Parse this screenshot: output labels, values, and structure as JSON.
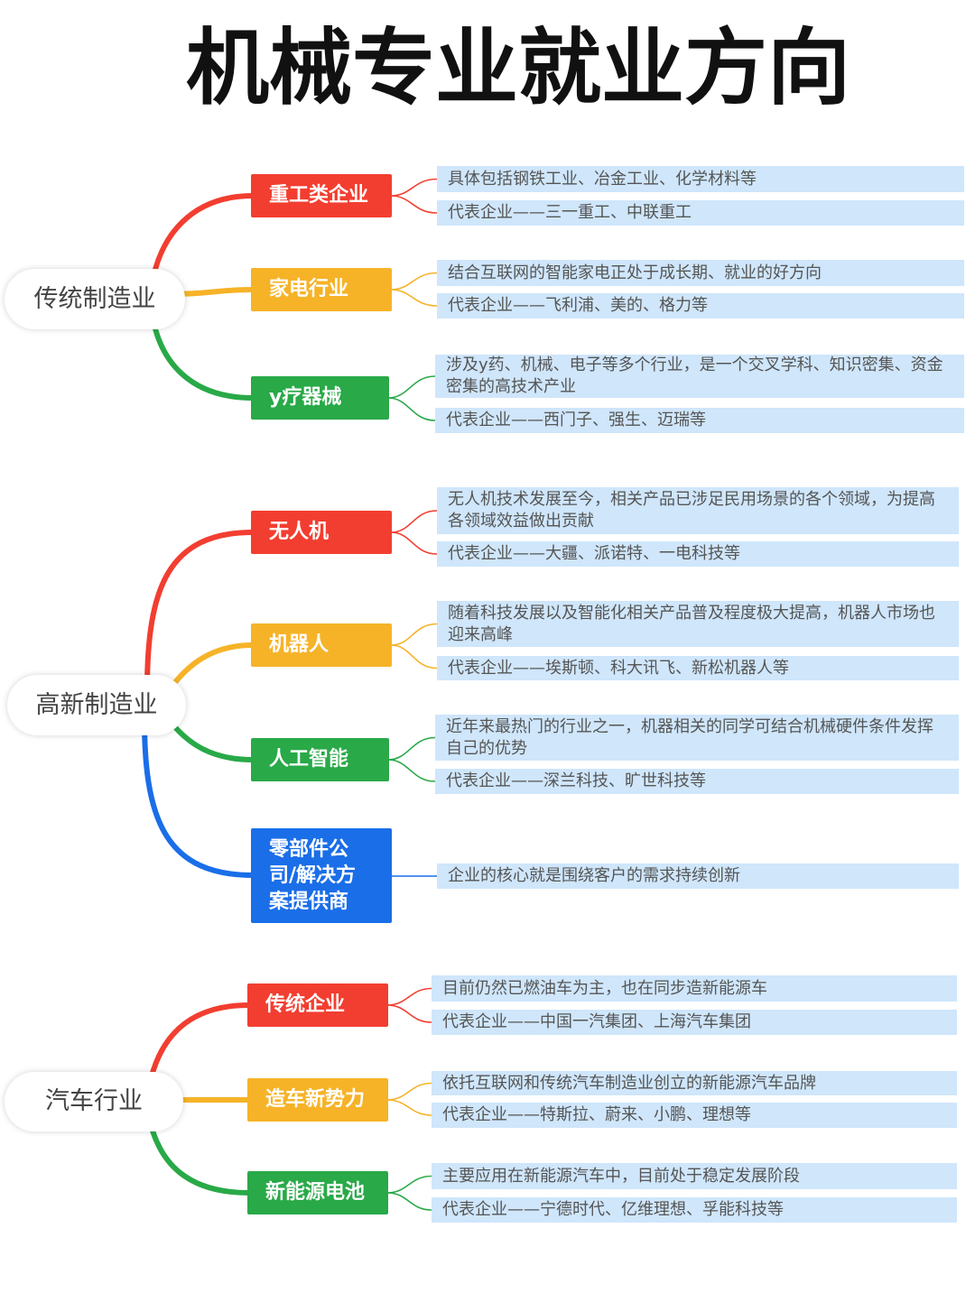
{
  "title": "机械专业就业方向",
  "colors": {
    "leaf_bg": "#cfe6fb",
    "leaf_text": "#555555",
    "root_text": "#444444",
    "title": "#111111",
    "branch_text": "#ffffff"
  },
  "groups": [
    {
      "label": "传统制造业",
      "branches": [
        {
          "label": "重工类企业",
          "color": "#f23e30",
          "leaves": [
            "具体包括钢铁工业、冶金工业、化学材料等",
            "代表企业——三一重工、中联重工"
          ]
        },
        {
          "label": "家电行业",
          "color": "#f6b328",
          "leaves": [
            "结合互联网的智能家电正处于成长期、就业的好方向",
            "代表企业——飞利浦、美的、格力等"
          ]
        },
        {
          "label": "y疗器械",
          "color": "#29a948",
          "leaves": [
            "涉及y药、机械、电子等多个行业，是一个交叉学科、知识密集、资金密集的高技术产业",
            "代表企业——西门子、强生、迈瑞等"
          ]
        }
      ]
    },
    {
      "label": "高新制造业",
      "branches": [
        {
          "label": "无人机",
          "color": "#f23e30",
          "leaves": [
            "无人机技术发展至今，相关产品已涉足民用场景的各个领域，为提高各领域效益做出贡献",
            "代表企业——大疆、派诺特、一电科技等"
          ]
        },
        {
          "label": "机器人",
          "color": "#f6b328",
          "leaves": [
            "随着科技发展以及智能化相关产品普及程度极大提高，机器人市场也迎来高峰",
            "代表企业——埃斯顿、科大讯飞、新松机器人等"
          ]
        },
        {
          "label": "人工智能",
          "color": "#29a948",
          "leaves": [
            "近年来最热门的行业之一，机器相关的同学可结合机械硬件条件发挥自己的优势",
            "代表企业——深兰科技、旷世科技等"
          ]
        },
        {
          "label": "零部件公司/解决方案提供商",
          "color": "#1a6ee8",
          "leaves": [
            "企业的核心就是围绕客户的需求持续创新"
          ]
        }
      ]
    },
    {
      "label": "汽车行业",
      "branches": [
        {
          "label": "传统企业",
          "color": "#f23e30",
          "leaves": [
            "目前仍然已燃油车为主，也在同步造新能源车",
            "代表企业——中国一汽集团、上海汽车集团"
          ]
        },
        {
          "label": "造车新势力",
          "color": "#f6b328",
          "leaves": [
            "依托互联网和传统汽车制造业创立的新能源汽车品牌",
            "代表企业——特斯拉、蔚来、小鹏、理想等"
          ]
        },
        {
          "label": "新能源电池",
          "color": "#29a948",
          "leaves": [
            "主要应用在新能源汽车中，目前处于稳定发展阶段",
            "代表企业——宁德时代、亿维理想、孚能科技等"
          ]
        }
      ]
    }
  ]
}
